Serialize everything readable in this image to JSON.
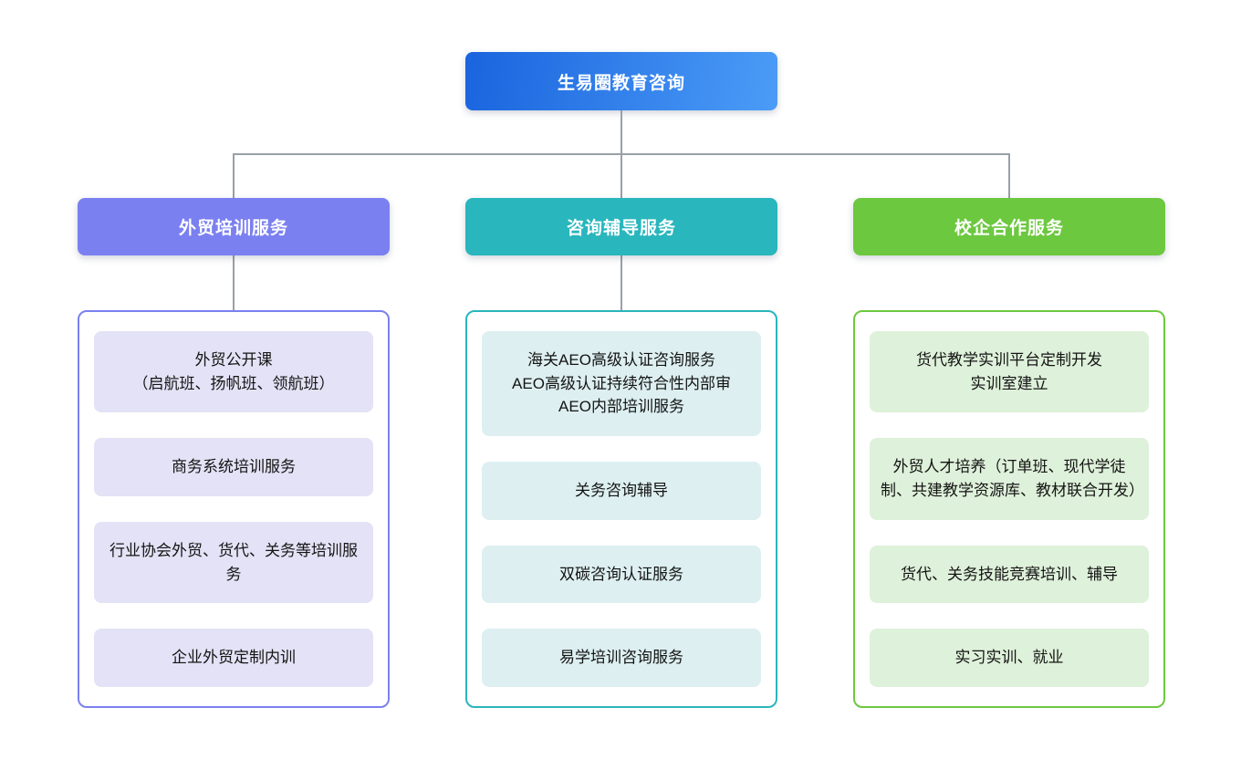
{
  "diagram": {
    "root": {
      "label": "生易圈教育咨询"
    },
    "colors": {
      "root_gradient_start": "#1a64de",
      "root_gradient_end": "#4b9cf7",
      "connector": "#98a0a8",
      "branch1": "#7b80f0",
      "branch1_light": "#e4e2f6",
      "branch2": "#29b6bd",
      "branch2_light": "#ddeff1",
      "branch3": "#6cc83f",
      "branch3_light": "#def1da"
    },
    "branches": [
      {
        "label": "外贸培训服务",
        "items": [
          [
            "外贸公开课",
            "（启航班、扬帆班、领航班）"
          ],
          "商务系统培训服务",
          "行业协会外贸、货代、关务等培训服务",
          "企业外贸定制内训"
        ]
      },
      {
        "label": "咨询辅导服务",
        "items": [
          [
            "海关AEO高级认证咨询服务",
            "AEO高级认证持续符合性内部审",
            "AEO内部培训服务"
          ],
          "关务咨询辅导",
          "双碳咨询认证服务",
          "易学培训咨询服务"
        ]
      },
      {
        "label": "校企合作服务",
        "items": [
          [
            "货代教学实训平台定制开发",
            "实训室建立"
          ],
          "外贸人才培养（订单班、现代学徒制、共建教学资源库、教材联合开发）",
          "货代、关务技能竞赛培训、辅导",
          "实习实训、就业"
        ]
      }
    ]
  }
}
